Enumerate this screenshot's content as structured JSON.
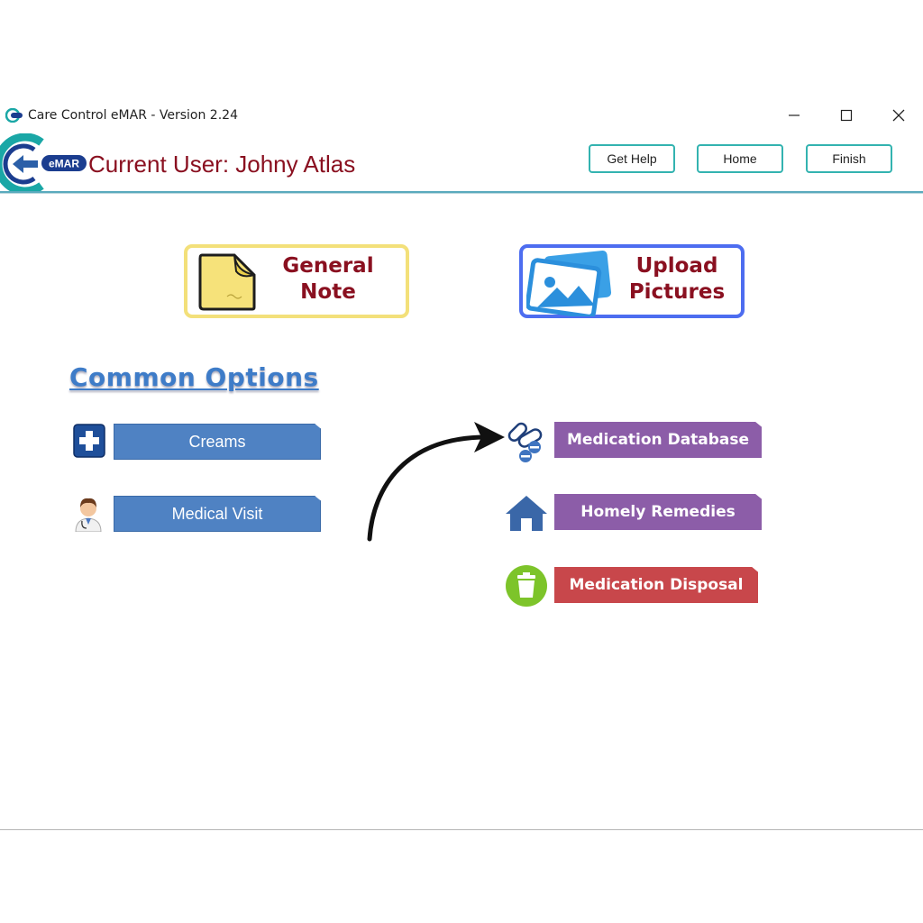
{
  "window": {
    "title": "Care Control eMAR - Version 2.24",
    "controls": {
      "minimize": "minimize-icon",
      "maximize": "maximize-icon",
      "close": "close-icon"
    }
  },
  "header": {
    "logo_badge": "eMAR",
    "current_user": "Current User: Johny Atlas",
    "buttons": {
      "help": "Get Help",
      "home": "Home",
      "finish": "Finish"
    }
  },
  "tiles": {
    "general_note": "General Note",
    "upload_pictures": "Upload Pictures"
  },
  "common_options": {
    "heading": "Common Options",
    "creams": "Creams",
    "medical_visit": "Medical Visit",
    "medication_database": "Medication Database",
    "homely_remedies": "Homely Remedies",
    "medication_disposal": "Medication Disposal"
  },
  "colors": {
    "accent_teal": "#33b3b0",
    "user_label": "#8a1020",
    "blue_button": "#4f82c3",
    "purple_button": "#8c5da8",
    "red_button": "#c8474b",
    "general_note_border": "#f3e07a",
    "upload_pictures_border": "#4d6df0"
  }
}
